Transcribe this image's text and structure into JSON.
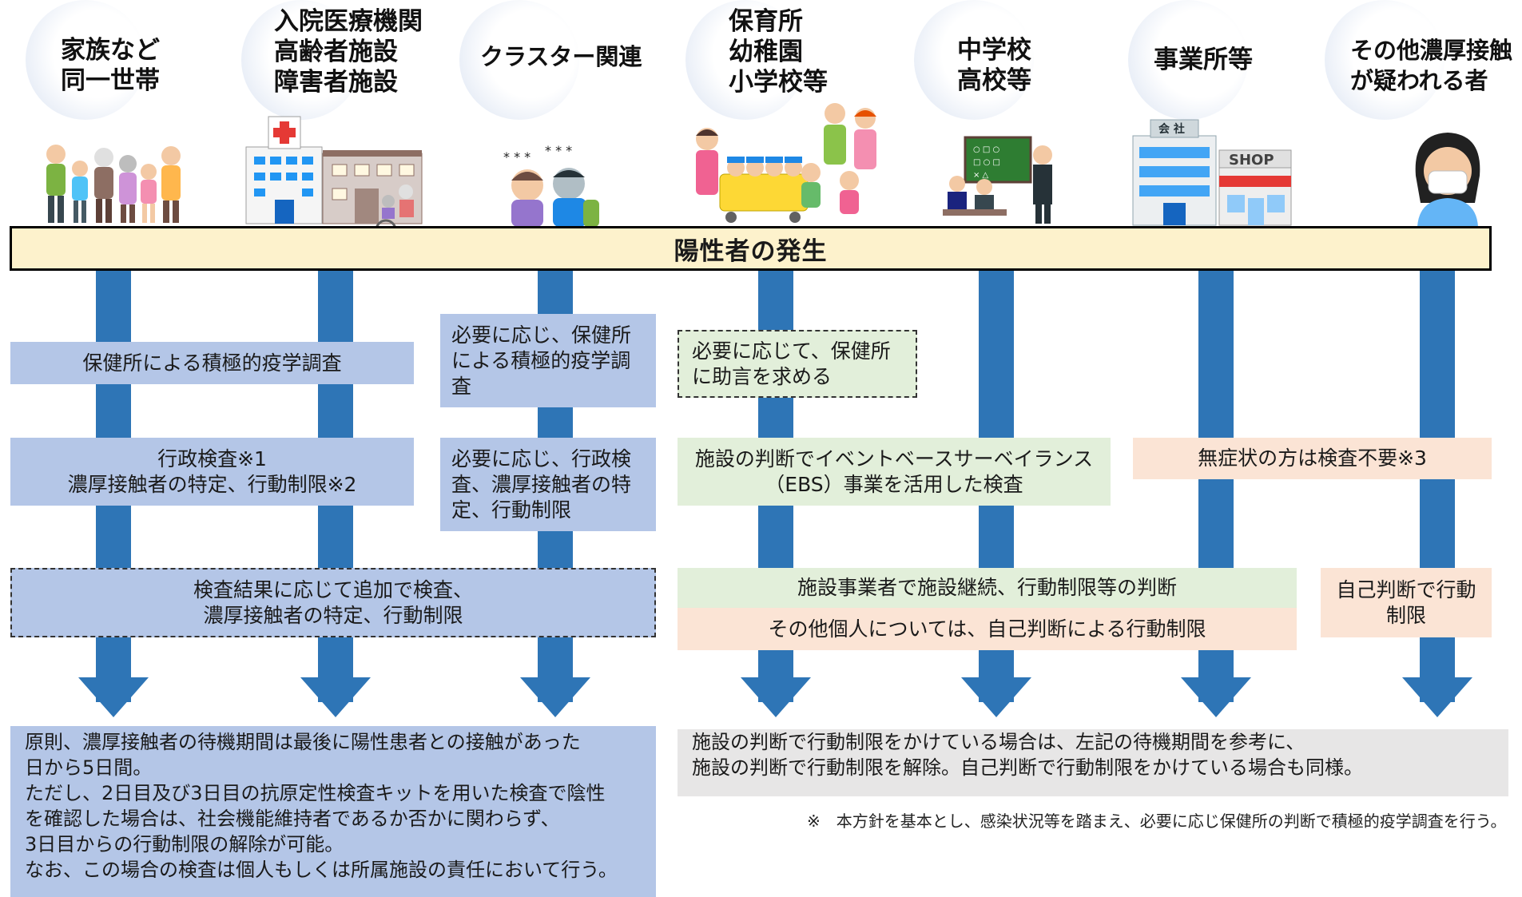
{
  "categories": [
    {
      "lines": [
        "家族など",
        "同一世帯"
      ]
    },
    {
      "lines": [
        "入院医療機関",
        "高齢者施設",
        "障害者施設"
      ]
    },
    {
      "lines": [
        "クラスター関連"
      ]
    },
    {
      "lines": [
        "保育所",
        "幼稚園",
        "小学校等"
      ]
    },
    {
      "lines": [
        "中学校",
        "高校等"
      ]
    },
    {
      "lines": [
        "事業所等"
      ]
    },
    {
      "lines": [
        "その他濃厚接触",
        "が疑われる者"
      ]
    }
  ],
  "illustrations": {
    "hospital_sign": "会 社",
    "shop_sign": "SHOP"
  },
  "banner": "陽性者の発生",
  "boxes": {
    "survey": "保健所による積極的疫学調査",
    "survey_optional": "必要に応じ、保健所による積極的疫学調査",
    "advice": "必要に応じて、保健所に助言を求める",
    "admin_test_line1": "行政検査※1",
    "admin_test_line2": "濃厚接触者の特定、行動制限※2",
    "admin_test_optional": "必要に応じ、行政検査、濃厚接触者の特定、行動制限",
    "ebs_line1": "施設の判断でイベントベースサーベイランス",
    "ebs_line2": "（EBS）事業を活用した検査",
    "asymptomatic": "無症状の方は検査不要※3",
    "additional_line1": "検査結果に応じて追加で検査、",
    "additional_line2": "濃厚接触者の特定、行動制限",
    "facility_decision": "施設事業者で施設継続、行動制限等の判断",
    "individual_decision": "その他個人については、自己判断による行動制限",
    "self_restriction": "自己判断で行動制限"
  },
  "bottom_left": [
    "原則、濃厚接触者の待機期間は最後に陽性患者との接触があった",
    "日から5日間。",
    "ただし、2日目及び3日目の抗原定性検査キットを用いた検査で陰性",
    "を確認した場合は、社会機能維持者であるか否かに関わらず、",
    "3日目からの行動制限の解除が可能。",
    "なお、この場合の検査は個人もしくは所属施設の責任において行う。"
  ],
  "bottom_right": [
    "施設の判断で行動制限をかけている場合は、左記の待機期間を参考に、",
    "施設の判断で行動制限を解除。自己判断で行動制限をかけている場合も同様。"
  ],
  "footnote": "※　本方針を基本とし、感染状況等を踏まえ、必要に応じ保健所の判断で積極的疫学調査を行う。",
  "colors": {
    "arrow": "#2e75b6",
    "banner": "#fdf2cc",
    "blue_box": "#b4c6e7",
    "green_box": "#e2efda",
    "peach_box": "#fbe4d5",
    "gray_box": "#e7e6e6"
  }
}
